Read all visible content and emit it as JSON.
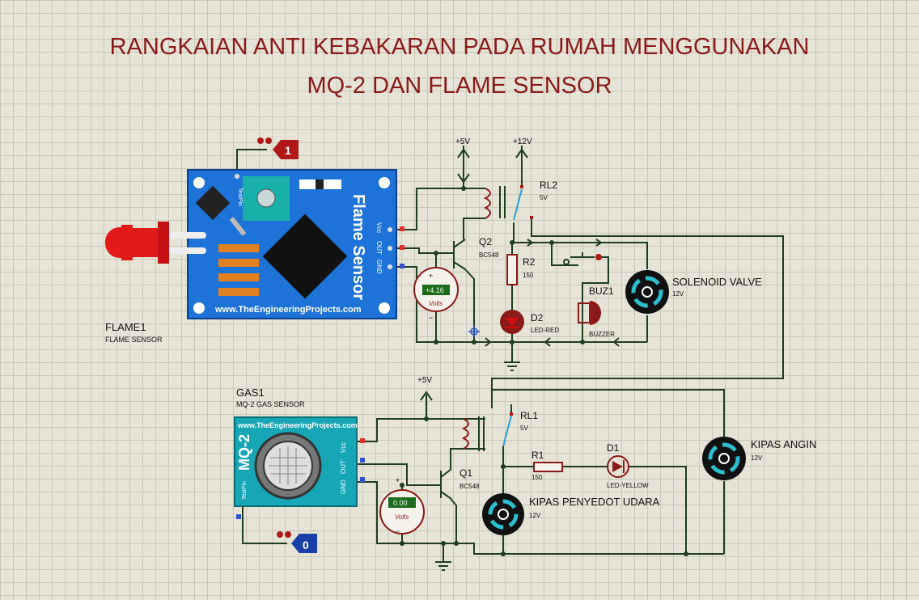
{
  "title": {
    "line1": "RANGKAIAN ANTI KEBAKARAN PADA RUMAH MENGGUNAKAN",
    "line2": "MQ-2 DAN FLAME SENSOR"
  },
  "flame_sensor": {
    "ref": "FLAME1",
    "type": "FLAME SENSOR",
    "board_title": "Flame Sensor",
    "url": "www.TheEngineeringProjects.com",
    "test_pin": "TestPin",
    "pins": [
      "Vcc",
      "OUT",
      "GND"
    ],
    "logic_probe": "1",
    "board_color": "#1e73d8"
  },
  "gas_sensor": {
    "ref": "GAS1",
    "type": "MQ-2 GAS SENSOR",
    "board_title": "MQ-2",
    "url": "www.TheEngineeringProjects.com",
    "test_pin": "TestPin",
    "pins": [
      "Vcc",
      "OUT",
      "GND"
    ],
    "logic_probe": "0",
    "board_color": "#16a6b5"
  },
  "voltmeter_top": {
    "value": "+4.16",
    "unit": "Volts"
  },
  "voltmeter_bottom": {
    "value": "0.00",
    "unit": "Volts"
  },
  "power": {
    "v5_top": "+5V",
    "v12_top": "+12V",
    "v5_bottom": "+5V"
  },
  "components": {
    "rl2": {
      "name": "RL2",
      "value": "5V"
    },
    "rl1": {
      "name": "RL1",
      "value": "5V"
    },
    "q2": {
      "name": "Q2",
      "value": "BC548"
    },
    "q1": {
      "name": "Q1",
      "value": "BC548"
    },
    "r2": {
      "name": "R2",
      "value": "150"
    },
    "r1": {
      "name": "R1",
      "value": "150"
    },
    "d2": {
      "name": "D2",
      "value": "LED-RED"
    },
    "d1": {
      "name": "D1",
      "value": "LED-YELLOW"
    },
    "buz1": {
      "name": "BUZ1",
      "value": "BUZZER"
    },
    "solenoid": {
      "name": "SOLENOID VALVE",
      "value": "12V"
    },
    "kipas_angin": {
      "name": "KIPAS ANGIN",
      "value": "12V"
    },
    "kipas_penyedot": {
      "name": "KIPAS PENYEDOT UDARA",
      "value": "12V"
    }
  },
  "colors": {
    "title": "#8b1a1a",
    "wire": "#1f3d1f",
    "probe": "#b01818",
    "probe_low": "#1a3fa8"
  }
}
